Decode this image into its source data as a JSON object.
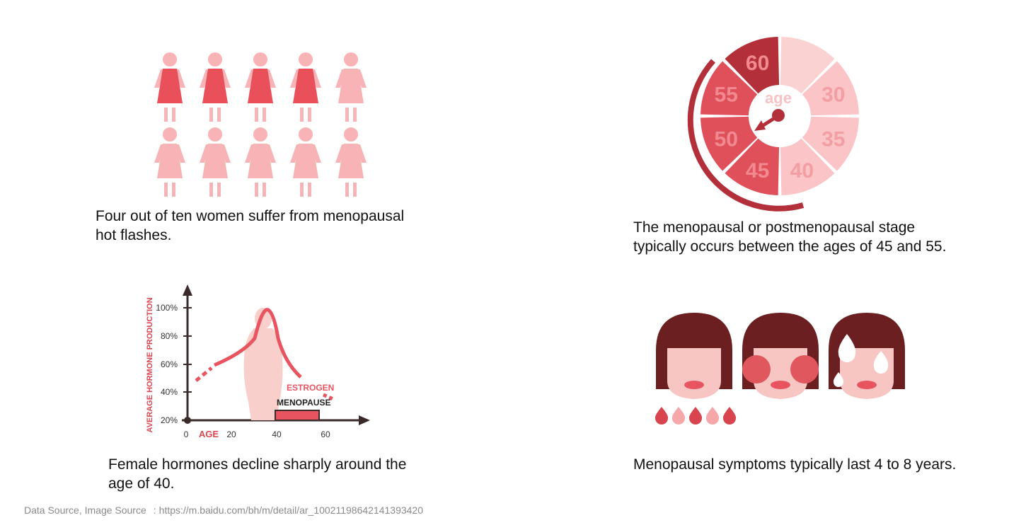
{
  "panels": {
    "women": {
      "caption_line1": "Four out of ten women suffer from menopausal",
      "caption_line2": "hot flashes.",
      "affected_count": 4,
      "total_count": 10
    },
    "age_wheel": {
      "center_label": "age",
      "segments": [
        "60",
        "30",
        "35",
        "40",
        "45",
        "50",
        "55"
      ],
      "highlighted": [
        "45",
        "50",
        "55"
      ],
      "caption_line1": "The menopausal or postmenopausal stage",
      "caption_line2": "typically occurs between the ages of 45 and 55."
    },
    "hormone_chart": {
      "ylabel": "AVERAGE HORMONE PRODUCTION",
      "xlabel": "AGE",
      "y_ticks": [
        "100%",
        "80%",
        "60%",
        "40%",
        "20%"
      ],
      "x_ticks": [
        "0",
        "20",
        "40",
        "60"
      ],
      "curve_label": "ESTROGEN",
      "band_label": "MENOPAUSE",
      "caption_line1": "Female hormones decline sharply around the",
      "caption_line2": "age of 40."
    },
    "faces": {
      "caption_line1": "Menopausal symptoms typically last 4 to 8 years.",
      "drop_count": 5
    }
  },
  "footer": {
    "label": "Data Source, Image Source",
    "separator": ":",
    "url": "https://m.baidu.com/bh/m/detail/ar_10021198642141393420"
  },
  "colors": {
    "dark_red": "#8c1c24",
    "red": "#e85560",
    "pink": "#f5a7aa",
    "light_pink": "#fbd2d2",
    "hair": "#6b1f21",
    "skin": "#f7c6c3"
  }
}
